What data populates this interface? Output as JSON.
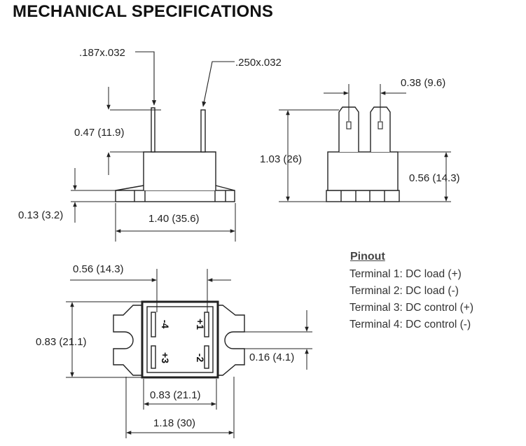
{
  "title": "MECHANICAL SPECIFICATIONS",
  "side_view": {
    "terminal_small": ".187x.032",
    "terminal_large": ".250x.032",
    "terminal_height": "0.47 (11.9)",
    "base_thickness": "0.13 (3.2)",
    "overall_length": "1.40 (35.6)"
  },
  "end_view": {
    "terminal_spacing": "0.38 (9.6)",
    "overall_height": "1.03 (26)",
    "body_height": "0.56 (14.3)"
  },
  "top_view": {
    "body_width": "0.56 (14.3)",
    "body_depth": "0.83 (21.1)",
    "slot_width": "0.16 (4.1)",
    "inner_width": "0.83 (21.1)",
    "overall_width": "1.18 (30)",
    "pins": {
      "t1": "+1",
      "t2": "-2",
      "t3": "+3",
      "t4": "-4"
    }
  },
  "pinout": {
    "heading": "Pinout",
    "lines": [
      "Terminal 1: DC load (+)",
      "Terminal 2: DC load (-)",
      "Terminal 3: DC control (+)",
      "Terminal 4: DC control (-)"
    ]
  }
}
